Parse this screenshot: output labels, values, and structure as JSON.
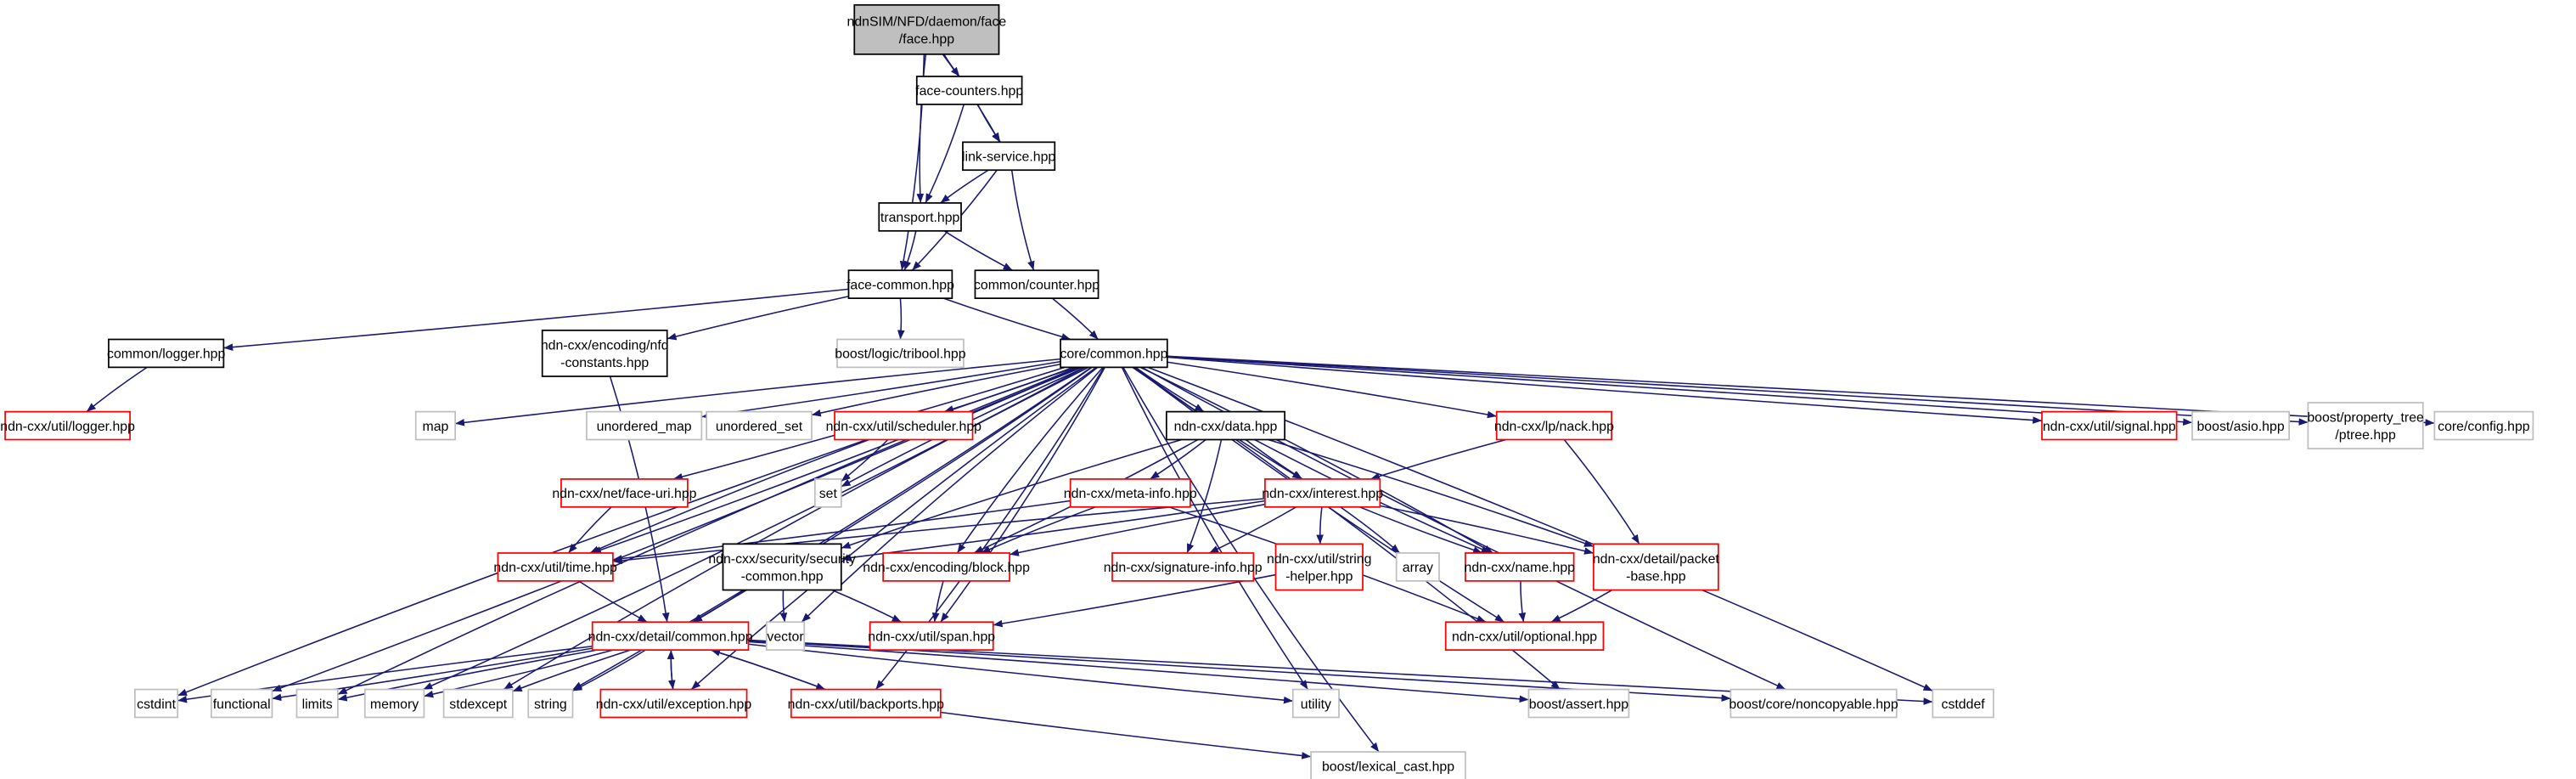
{
  "colors": {
    "edge": "#191970",
    "root_fill": "#bfbfbf",
    "missing_border": "#ff0000",
    "external_border": "#bfbfbf",
    "normal_border": "#000000"
  },
  "nodes": [
    {
      "id": "face",
      "label": [
        "ndnSIM/NFD/daemon/face",
        "/face.hpp"
      ],
      "kind": "root"
    },
    {
      "id": "face_counters",
      "label": [
        "face-counters.hpp"
      ],
      "kind": "normal"
    },
    {
      "id": "link_service",
      "label": [
        "link-service.hpp"
      ],
      "kind": "normal"
    },
    {
      "id": "transport",
      "label": [
        "transport.hpp"
      ],
      "kind": "normal"
    },
    {
      "id": "face_common",
      "label": [
        "face-common.hpp"
      ],
      "kind": "normal"
    },
    {
      "id": "counter",
      "label": [
        "common/counter.hpp"
      ],
      "kind": "normal"
    },
    {
      "id": "logger",
      "label": [
        "common/logger.hpp"
      ],
      "kind": "normal"
    },
    {
      "id": "nfd_constants",
      "label": [
        "ndn-cxx/encoding/nfd",
        "-constants.hpp"
      ],
      "kind": "normal"
    },
    {
      "id": "tribool",
      "label": [
        "boost/logic/tribool.hpp"
      ],
      "kind": "external"
    },
    {
      "id": "core_common",
      "label": [
        "core/common.hpp"
      ],
      "kind": "normal"
    },
    {
      "id": "ndn_logger",
      "label": [
        "ndn-cxx/util/logger.hpp"
      ],
      "kind": "missing"
    },
    {
      "id": "map",
      "label": [
        "map"
      ],
      "kind": "external"
    },
    {
      "id": "unordered_map",
      "label": [
        "unordered_map"
      ],
      "kind": "external"
    },
    {
      "id": "unordered_set",
      "label": [
        "unordered_set"
      ],
      "kind": "external"
    },
    {
      "id": "scheduler",
      "label": [
        "ndn-cxx/util/scheduler.hpp"
      ],
      "kind": "missing"
    },
    {
      "id": "data",
      "label": [
        "ndn-cxx/data.hpp"
      ],
      "kind": "normal"
    },
    {
      "id": "nack",
      "label": [
        "ndn-cxx/lp/nack.hpp"
      ],
      "kind": "missing"
    },
    {
      "id": "signal",
      "label": [
        "ndn-cxx/util/signal.hpp"
      ],
      "kind": "missing"
    },
    {
      "id": "asio",
      "label": [
        "boost/asio.hpp"
      ],
      "kind": "external"
    },
    {
      "id": "ptree",
      "label": [
        "boost/property_tree",
        "/ptree.hpp"
      ],
      "kind": "external"
    },
    {
      "id": "config",
      "label": [
        "core/config.hpp"
      ],
      "kind": "external"
    },
    {
      "id": "set",
      "label": [
        "set"
      ],
      "kind": "external"
    },
    {
      "id": "face_uri",
      "label": [
        "ndn-cxx/net/face-uri.hpp"
      ],
      "kind": "missing"
    },
    {
      "id": "meta_info",
      "label": [
        "ndn-cxx/meta-info.hpp"
      ],
      "kind": "missing"
    },
    {
      "id": "interest",
      "label": [
        "ndn-cxx/interest.hpp"
      ],
      "kind": "missing"
    },
    {
      "id": "time",
      "label": [
        "ndn-cxx/util/time.hpp"
      ],
      "kind": "missing"
    },
    {
      "id": "security_common",
      "label": [
        "ndn-cxx/security/security",
        "-common.hpp"
      ],
      "kind": "normal"
    },
    {
      "id": "block",
      "label": [
        "ndn-cxx/encoding/block.hpp"
      ],
      "kind": "missing"
    },
    {
      "id": "signature_info",
      "label": [
        "ndn-cxx/signature-info.hpp"
      ],
      "kind": "missing"
    },
    {
      "id": "string_helper",
      "label": [
        "ndn-cxx/util/string",
        "-helper.hpp"
      ],
      "kind": "missing"
    },
    {
      "id": "array",
      "label": [
        "array"
      ],
      "kind": "external"
    },
    {
      "id": "name",
      "label": [
        "ndn-cxx/name.hpp"
      ],
      "kind": "missing"
    },
    {
      "id": "packet_base",
      "label": [
        "ndn-cxx/detail/packet",
        "-base.hpp"
      ],
      "kind": "missing"
    },
    {
      "id": "detail_common",
      "label": [
        "ndn-cxx/detail/common.hpp"
      ],
      "kind": "missing"
    },
    {
      "id": "vector",
      "label": [
        "vector"
      ],
      "kind": "external"
    },
    {
      "id": "span",
      "label": [
        "ndn-cxx/util/span.hpp"
      ],
      "kind": "missing"
    },
    {
      "id": "optional",
      "label": [
        "ndn-cxx/util/optional.hpp"
      ],
      "kind": "missing"
    },
    {
      "id": "cstdint",
      "label": [
        "cstdint"
      ],
      "kind": "external"
    },
    {
      "id": "functional",
      "label": [
        "functional"
      ],
      "kind": "external"
    },
    {
      "id": "limits",
      "label": [
        "limits"
      ],
      "kind": "external"
    },
    {
      "id": "memory",
      "label": [
        "memory"
      ],
      "kind": "external"
    },
    {
      "id": "stdexcept",
      "label": [
        "stdexcept"
      ],
      "kind": "external"
    },
    {
      "id": "string",
      "label": [
        "string"
      ],
      "kind": "external"
    },
    {
      "id": "exception",
      "label": [
        "ndn-cxx/util/exception.hpp"
      ],
      "kind": "missing"
    },
    {
      "id": "backports",
      "label": [
        "ndn-cxx/util/backports.hpp"
      ],
      "kind": "missing"
    },
    {
      "id": "utility",
      "label": [
        "utility"
      ],
      "kind": "external"
    },
    {
      "id": "assert",
      "label": [
        "boost/assert.hpp"
      ],
      "kind": "external"
    },
    {
      "id": "noncopyable",
      "label": [
        "boost/core/noncopyable.hpp"
      ],
      "kind": "external"
    },
    {
      "id": "cstddef",
      "label": [
        "cstddef"
      ],
      "kind": "external"
    },
    {
      "id": "lexical_cast",
      "label": [
        "boost/lexical_cast.hpp"
      ],
      "kind": "external"
    }
  ],
  "edges": [
    [
      "face",
      "face_counters"
    ],
    [
      "face",
      "link_service"
    ],
    [
      "face",
      "transport"
    ],
    [
      "face",
      "face_common"
    ],
    [
      "face_counters",
      "link_service"
    ],
    [
      "face_counters",
      "transport"
    ],
    [
      "link_service",
      "transport"
    ],
    [
      "link_service",
      "face_common"
    ],
    [
      "link_service",
      "counter"
    ],
    [
      "transport",
      "face_common"
    ],
    [
      "transport",
      "counter"
    ],
    [
      "face_common",
      "logger"
    ],
    [
      "face_common",
      "nfd_constants"
    ],
    [
      "face_common",
      "tribool"
    ],
    [
      "face_common",
      "core_common"
    ],
    [
      "counter",
      "core_common"
    ],
    [
      "logger",
      "ndn_logger"
    ],
    [
      "nfd_constants",
      "detail_common"
    ],
    [
      "core_common",
      "map"
    ],
    [
      "core_common",
      "unordered_map"
    ],
    [
      "core_common",
      "unordered_set"
    ],
    [
      "core_common",
      "scheduler"
    ],
    [
      "core_common",
      "data"
    ],
    [
      "core_common",
      "nack"
    ],
    [
      "core_common",
      "signal"
    ],
    [
      "core_common",
      "asio"
    ],
    [
      "core_common",
      "ptree"
    ],
    [
      "core_common",
      "config"
    ],
    [
      "core_common",
      "set"
    ],
    [
      "core_common",
      "face_uri"
    ],
    [
      "core_common",
      "interest"
    ],
    [
      "core_common",
      "time"
    ],
    [
      "core_common",
      "block"
    ],
    [
      "core_common",
      "name"
    ],
    [
      "core_common",
      "optional"
    ],
    [
      "core_common",
      "detail_common"
    ],
    [
      "core_common",
      "cstdint"
    ],
    [
      "core_common",
      "functional"
    ],
    [
      "core_common",
      "limits"
    ],
    [
      "core_common",
      "memory"
    ],
    [
      "core_common",
      "stdexcept"
    ],
    [
      "core_common",
      "string"
    ],
    [
      "core_common",
      "exception"
    ],
    [
      "core_common",
      "backports"
    ],
    [
      "core_common",
      "utility"
    ],
    [
      "core_common",
      "assert"
    ],
    [
      "core_common",
      "noncopyable"
    ],
    [
      "core_common",
      "cstddef"
    ],
    [
      "core_common",
      "lexical_cast"
    ],
    [
      "core_common",
      "span"
    ],
    [
      "core_common",
      "vector"
    ],
    [
      "scheduler",
      "set"
    ],
    [
      "scheduler",
      "time"
    ],
    [
      "data",
      "meta_info"
    ],
    [
      "data",
      "interest"
    ],
    [
      "data",
      "signature_info"
    ],
    [
      "data",
      "security_common"
    ],
    [
      "data",
      "block"
    ],
    [
      "data",
      "name"
    ],
    [
      "data",
      "packet_base"
    ],
    [
      "nack",
      "interest"
    ],
    [
      "nack",
      "packet_base"
    ],
    [
      "face_uri",
      "time"
    ],
    [
      "meta_info",
      "time"
    ],
    [
      "meta_info",
      "block"
    ],
    [
      "meta_info",
      "optional"
    ],
    [
      "interest",
      "time"
    ],
    [
      "interest",
      "security_common"
    ],
    [
      "interest",
      "block"
    ],
    [
      "interest",
      "signature_info"
    ],
    [
      "interest",
      "string_helper"
    ],
    [
      "interest",
      "array"
    ],
    [
      "interest",
      "name"
    ],
    [
      "interest",
      "packet_base"
    ],
    [
      "time",
      "detail_common"
    ],
    [
      "security_common",
      "detail_common"
    ],
    [
      "security_common",
      "vector"
    ],
    [
      "security_common",
      "span"
    ],
    [
      "block",
      "span"
    ],
    [
      "string_helper",
      "span"
    ],
    [
      "name",
      "optional"
    ],
    [
      "packet_base",
      "optional"
    ],
    [
      "detail_common",
      "cstdint"
    ],
    [
      "detail_common",
      "functional"
    ],
    [
      "detail_common",
      "limits"
    ],
    [
      "detail_common",
      "memory"
    ],
    [
      "detail_common",
      "stdexcept"
    ],
    [
      "detail_common",
      "string"
    ],
    [
      "detail_common",
      "exception"
    ],
    [
      "detail_common",
      "backports"
    ],
    [
      "detail_common",
      "utility"
    ],
    [
      "detail_common",
      "assert"
    ],
    [
      "detail_common",
      "noncopyable"
    ],
    [
      "detail_common",
      "cstddef"
    ],
    [
      "exception",
      "detail_common"
    ],
    [
      "backports",
      "detail_common"
    ],
    [
      "backports",
      "lexical_cast"
    ]
  ]
}
